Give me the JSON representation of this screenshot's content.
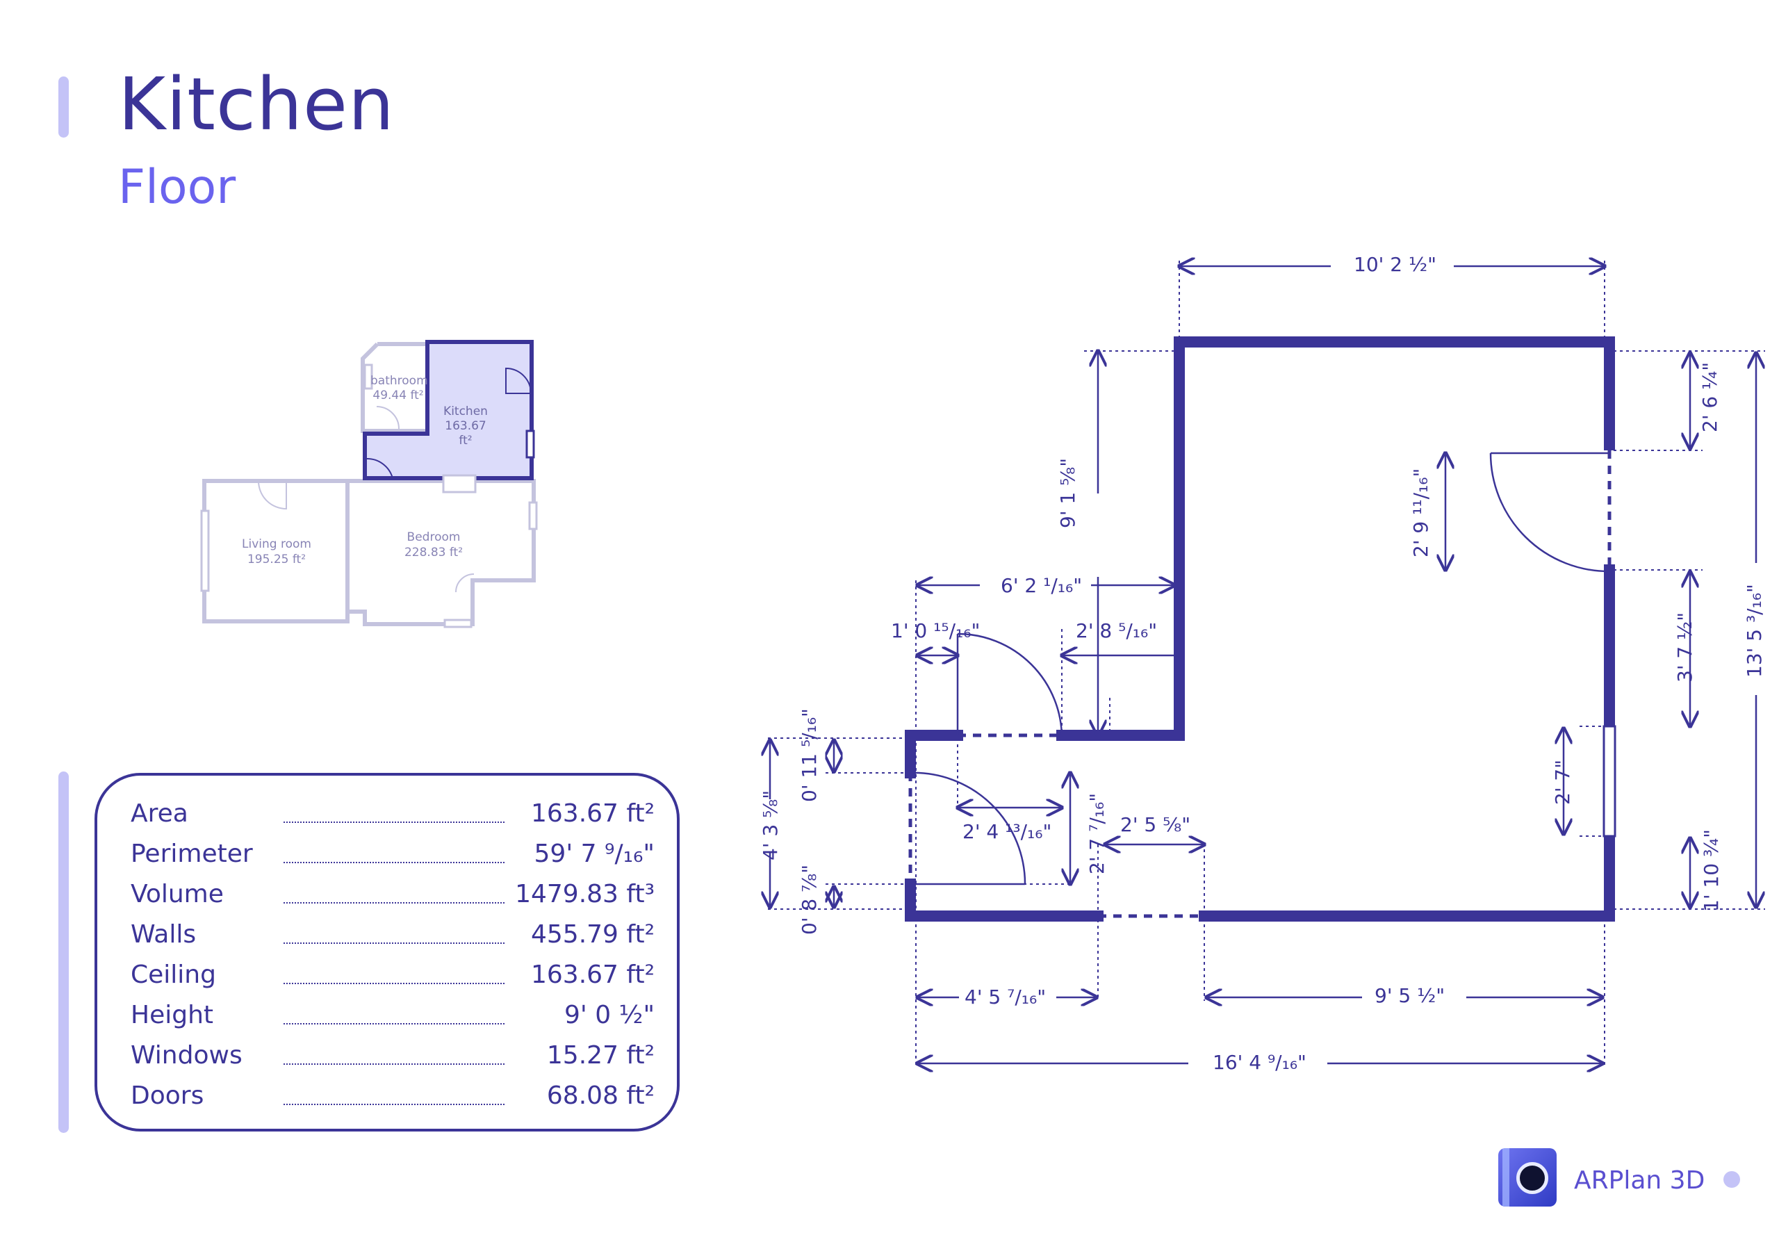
{
  "header": {
    "title": "Kitchen",
    "subtitle": "Floor"
  },
  "stats": [
    {
      "label": "Area",
      "value": "163.67 ft²"
    },
    {
      "label": "Perimeter",
      "value": "59' 7 ⁹/₁₆\""
    },
    {
      "label": "Volume",
      "value": "1479.83 ft³"
    },
    {
      "label": "Walls",
      "value": "455.79 ft²"
    },
    {
      "label": "Ceiling",
      "value": "163.67 ft²"
    },
    {
      "label": "Height",
      "value": "9' 0 ½\""
    },
    {
      "label": "Windows",
      "value": "15.27 ft²"
    },
    {
      "label": "Doors",
      "value": "68.08 ft²"
    }
  ],
  "minimap": {
    "rooms": [
      {
        "name": "bathroom",
        "area": "49.44 ft²"
      },
      {
        "name": "Kitchen",
        "area": "163.67 ft²"
      },
      {
        "name": "Living room",
        "area": "195.25 ft²"
      },
      {
        "name": "Bedroom",
        "area": "228.83 ft²"
      }
    ],
    "highlighted_room": "Kitchen"
  },
  "dimensions": {
    "top_width": "10' 2 ½\"",
    "left_tall": "9' 1 ⅝\"",
    "left_ext": "6' 2 ¹/₁₆\"",
    "small_left": "1' 0 ¹⁵/₁₆\"",
    "small_right": "2' 8 ⁵/₁₆\"",
    "door_left_width": "2' 4 ¹³/₁₆\"",
    "door_left_height": "2' 7 ⁷/₁₆\"",
    "opening_bottom": "2' 5 ⅝\"",
    "left_total": "4' 3 ⅝\"",
    "left_top_small": "0' 11 ⁵/₁₆\"",
    "left_bottom_small": "0' 8 ⅞\"",
    "bottom_left": "4' 5 ⁷/₁₆\"",
    "bottom_right": "9' 5 ½\"",
    "bottom_total": "16' 4 ⁹/₁₆\"",
    "right_top": "2' 6 ¼\"",
    "right_door": "2' 9 ¹¹/₁₆\"",
    "right_mid": "3' 7 ½\"",
    "right_window": "2' 7\"",
    "right_bottom": "1' 10 ¾\"",
    "right_total": "13' 5 ³/₁₆\""
  },
  "brand": {
    "name": "ARPlan 3D"
  },
  "colors": {
    "accent": "#3b3497",
    "accent_light": "#6a63ee",
    "bar": "#c4c3f7",
    "highlight_fill": "#dcdcfa",
    "minimap_wall": "#c4c3de"
  },
  "icons": [
    "arplan-app-icon"
  ]
}
